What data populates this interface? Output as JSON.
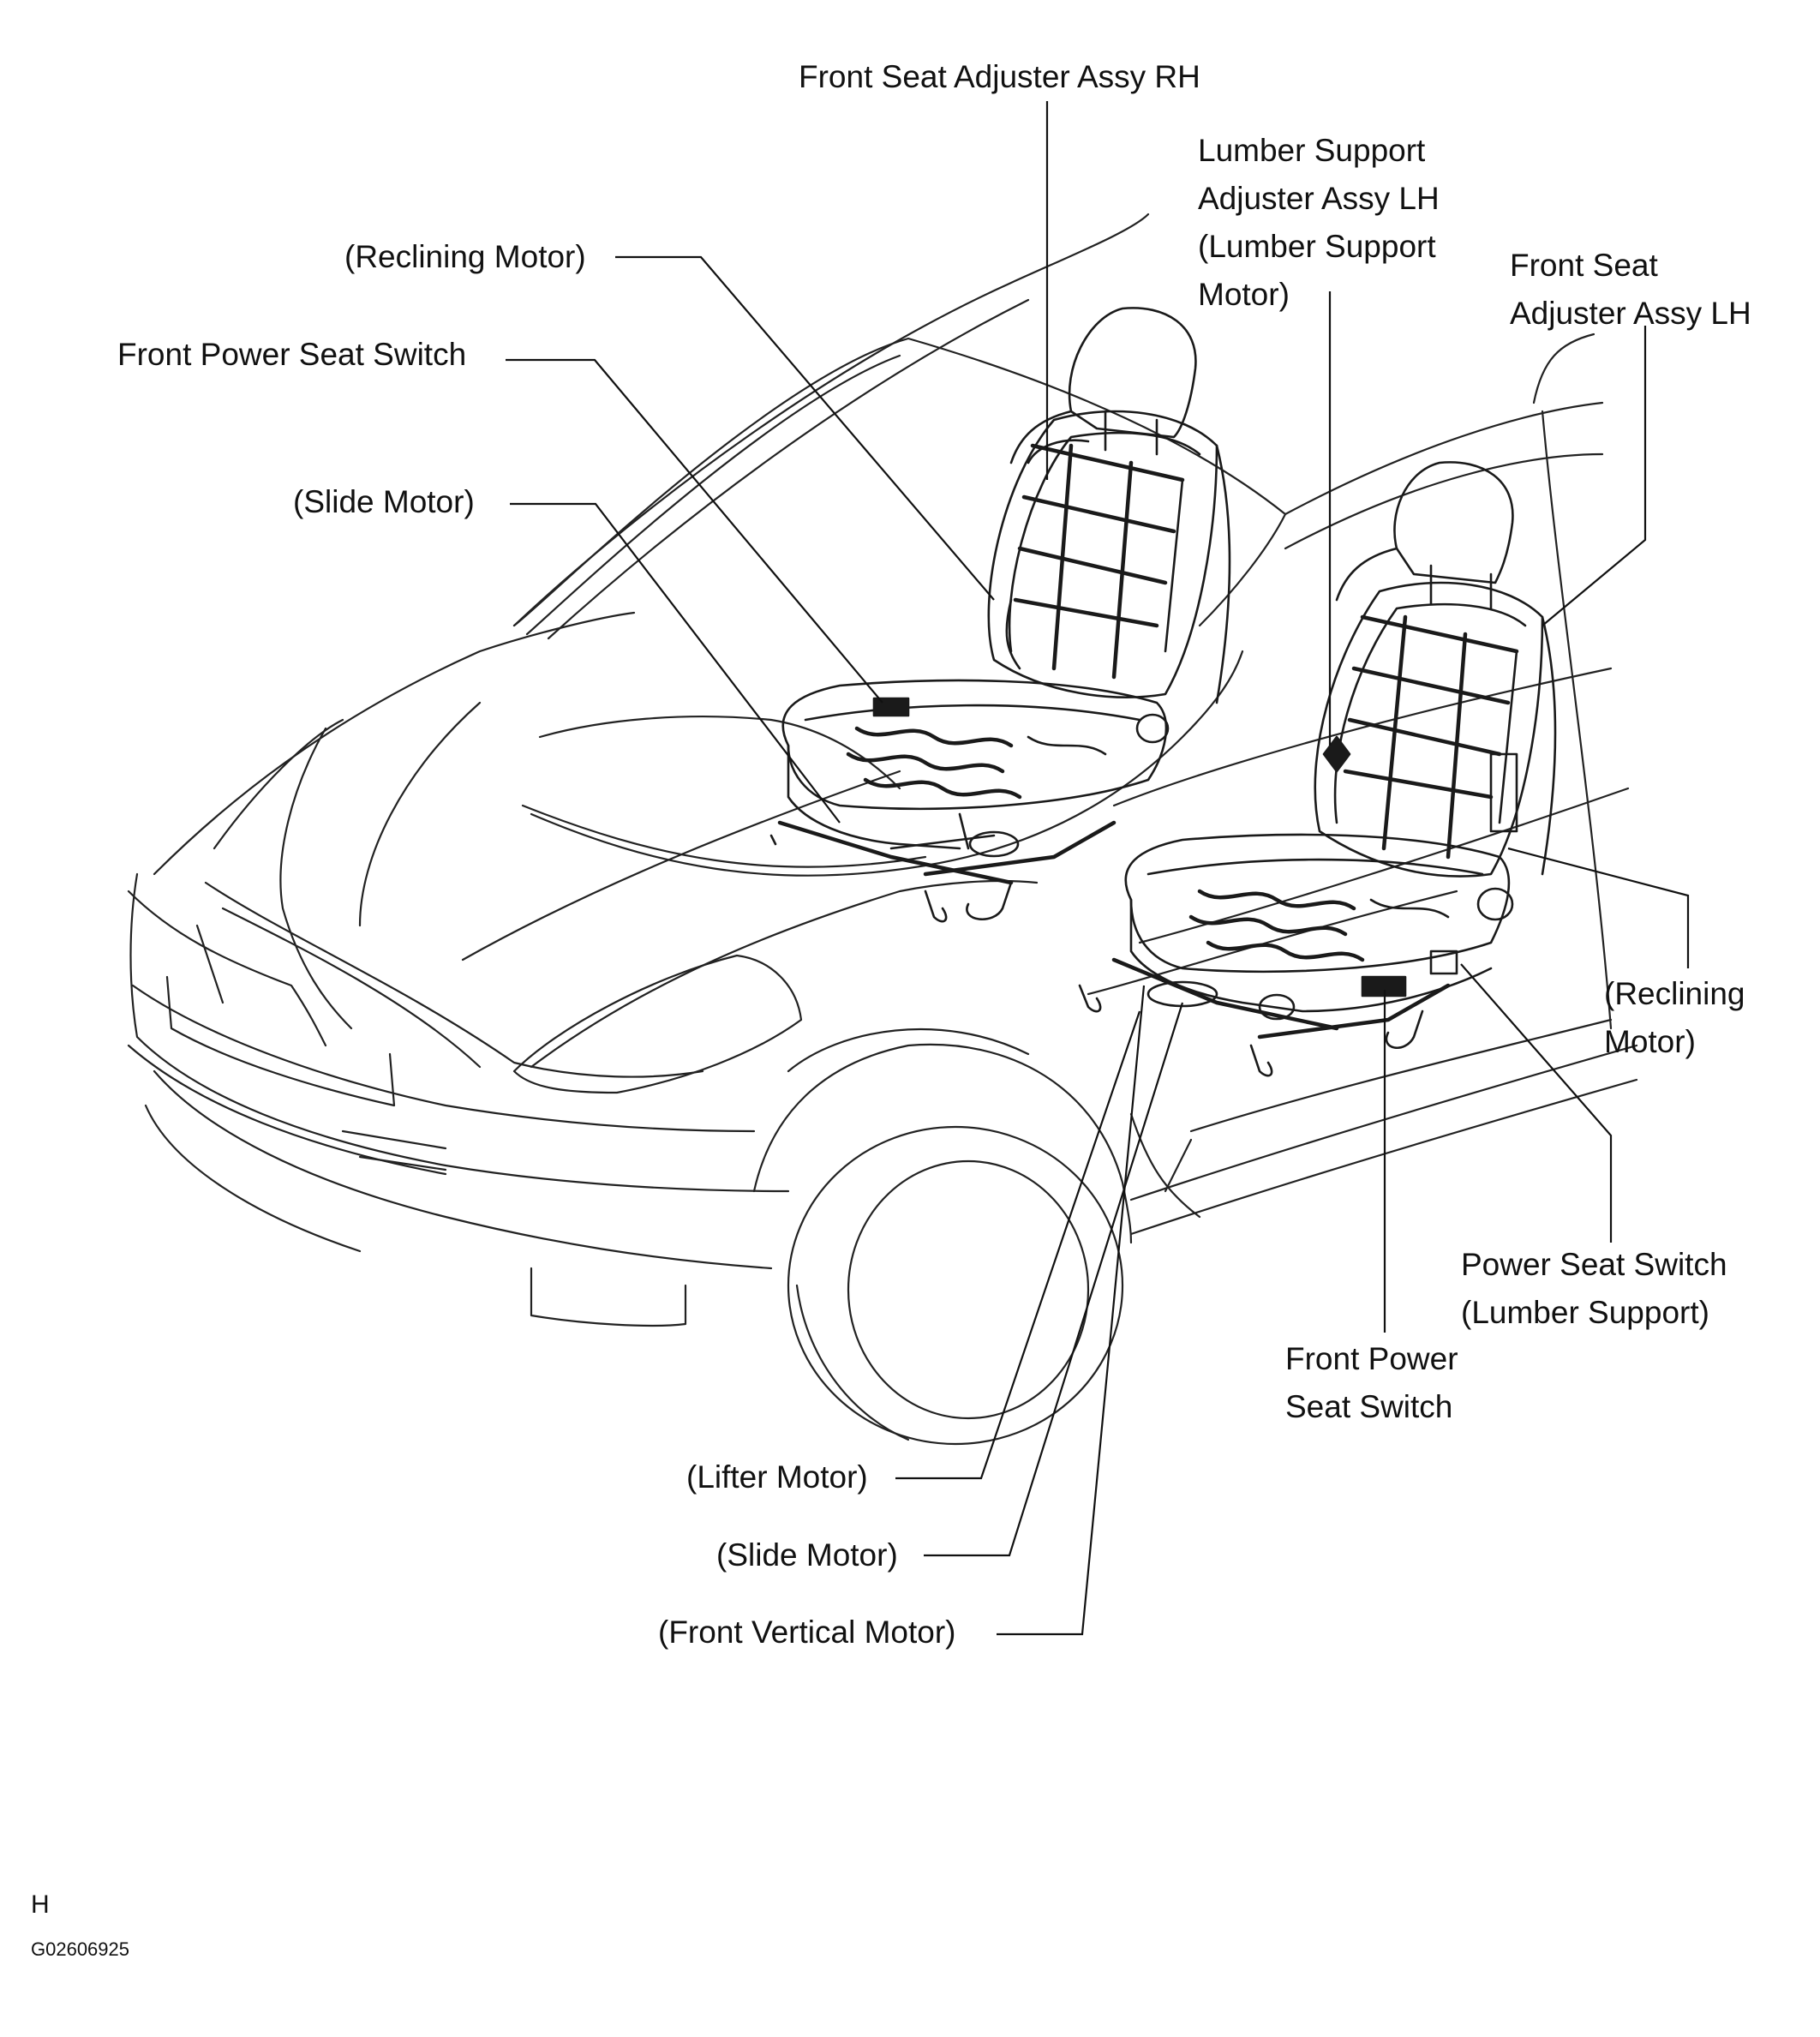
{
  "labels": {
    "front_seat_adjuster_rh": "Front Seat Adjuster Assy RH",
    "lumber_support_adjuster_lh": [
      "Lumber Support",
      "Adjuster Assy LH",
      "(Lumber Support",
      "Motor)"
    ],
    "front_seat_adjuster_lh": [
      "Front Seat",
      "Adjuster Assy LH"
    ],
    "reclining_motor_rh": "(Reclining Motor)",
    "front_power_seat_switch_rh": "Front Power Seat Switch",
    "slide_motor_rh": "(Slide Motor)",
    "reclining_motor_lh": [
      "(Reclining",
      "Motor)"
    ],
    "power_seat_switch_lumber": [
      "Power Seat Switch",
      "(Lumber Support)"
    ],
    "front_power_seat_switch_lh": [
      "Front Power",
      "Seat Switch"
    ],
    "lifter_motor": "(Lifter Motor)",
    "slide_motor_lh": "(Slide Motor)",
    "front_vertical_motor": "(Front Vertical Motor)"
  },
  "footer": {
    "letter": "H",
    "code": "G02606925"
  }
}
